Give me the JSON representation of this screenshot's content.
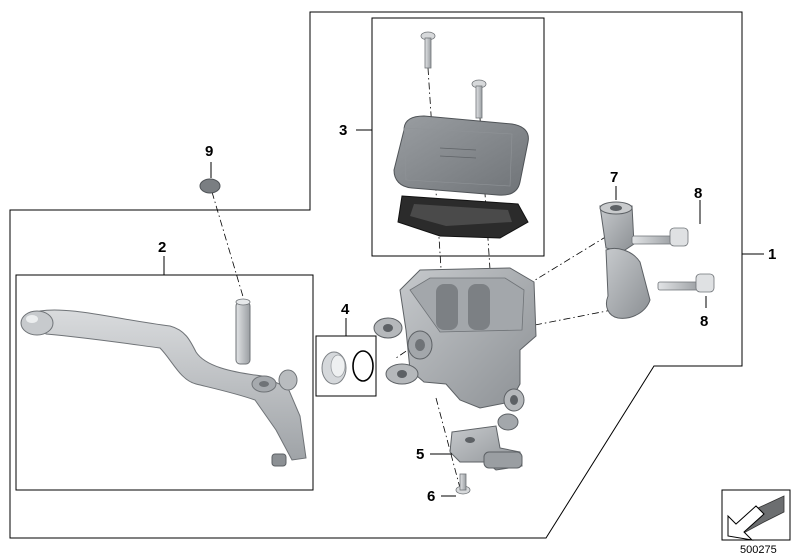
{
  "diagram": {
    "callouts": {
      "c1": "1",
      "c2": "2",
      "c3": "3",
      "c4": "4",
      "c5": "5",
      "c6": "6",
      "c7": "7",
      "c8_top": "8",
      "c8_bottom": "8",
      "c9": "9"
    },
    "document_number": "500275",
    "colors": {
      "line": "#000000",
      "part_light": "#c9cbcd",
      "part_mid": "#a9acaf",
      "part_dark": "#7d8185",
      "rubber": "#2b2b2b",
      "badge_fill": "#6c6e70"
    }
  }
}
